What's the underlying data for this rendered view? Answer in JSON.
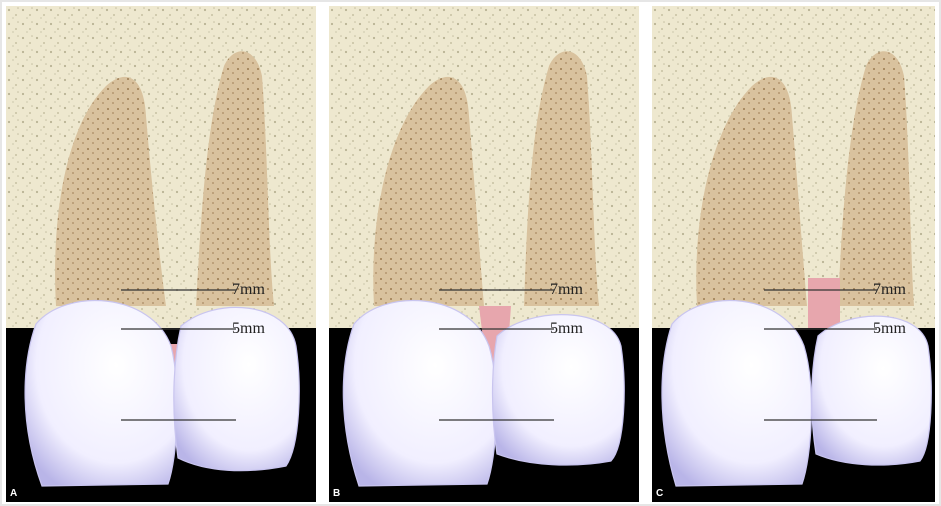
{
  "panels": [
    {
      "letter": "A",
      "labels": {
        "upper": "7mm",
        "lower": "5mm"
      },
      "papilla": "full"
    },
    {
      "letter": "B",
      "labels": {
        "upper": "7mm",
        "lower": "5mm"
      },
      "papilla": "partial"
    },
    {
      "letter": "C",
      "labels": {
        "upper": "7mm",
        "lower": "5mm"
      },
      "papilla": "deficient"
    }
  ],
  "colors": {
    "bone": "#eee8cf",
    "root": "#d9c29e",
    "papilla": "#e7a6ad",
    "crown": "#f7f5ff",
    "oral_cavity": "#000000",
    "line": "#333333"
  }
}
